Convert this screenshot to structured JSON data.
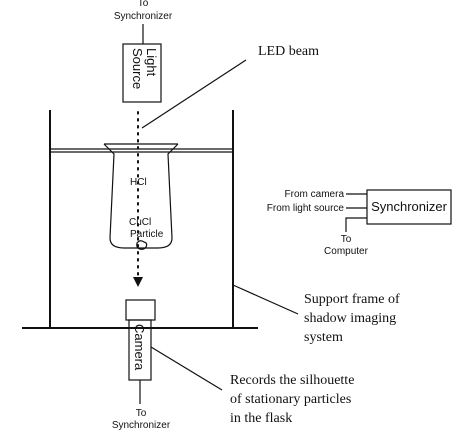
{
  "labels": {
    "to_synchronizer_top": [
      "To",
      "Synchronizer"
    ],
    "light_source": [
      "Light",
      "Source"
    ],
    "led_beam": "LED beam",
    "hcl": "HCl",
    "cucl_particle": [
      "CuCl",
      "Particle"
    ],
    "from_camera": "From camera",
    "from_light_source": "From light source",
    "synchronizer": "Synchronizer",
    "to_computer": [
      "To",
      "Computer"
    ],
    "support_frame": [
      "Support frame of",
      "shadow imaging",
      "system"
    ],
    "camera": "Camera",
    "records": [
      "Records the silhouette",
      "of stationary particles",
      "in the flask"
    ],
    "to_synchronizer_bottom": [
      "To",
      "Synchronizer"
    ]
  }
}
